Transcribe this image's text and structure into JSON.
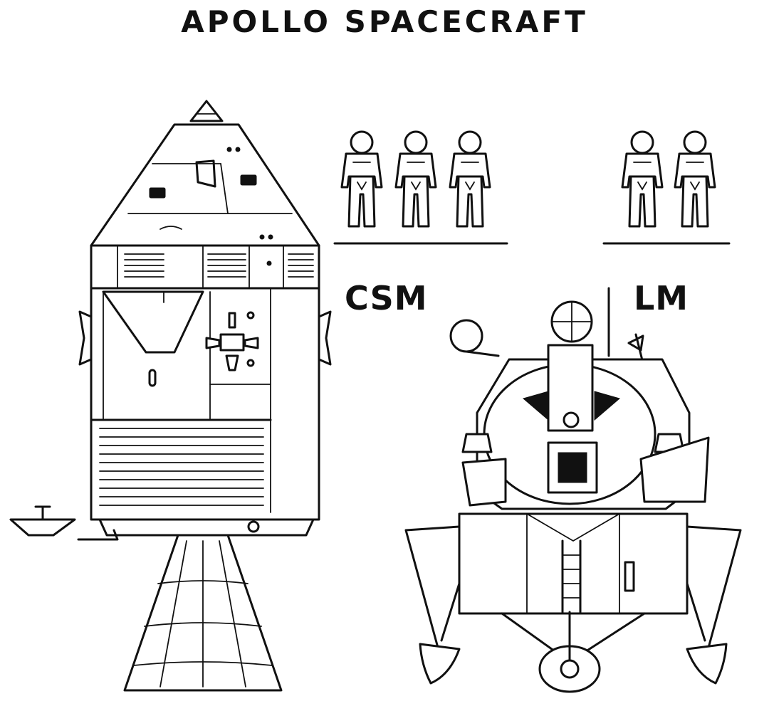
{
  "title": "APOLLO SPACECRAFT",
  "labels": {
    "csm": "CSM",
    "lm": "LM"
  },
  "crew": {
    "csm_astronauts": 3,
    "lm_astronauts": 2
  },
  "colors": {
    "ink": "#111111",
    "paper": "#ffffff"
  }
}
